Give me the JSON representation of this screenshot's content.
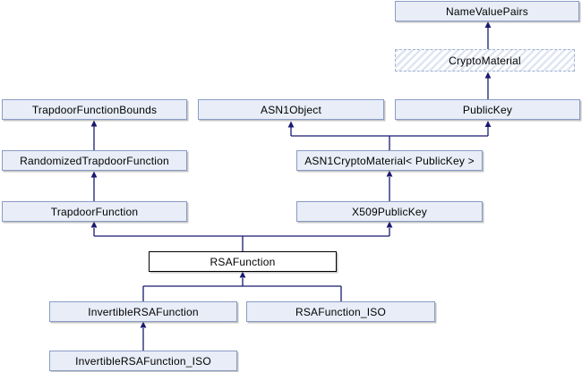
{
  "diagram_type": "class-inheritance-graph",
  "colors": {
    "background": "#ffffff",
    "node_fill": "#e8edf7",
    "node_border": "#8a9cc4",
    "main_node_fill": "#ffffff",
    "main_node_border": "#000000",
    "edge": "#191970",
    "text": "#000000"
  },
  "nodes": [
    {
      "id": "namevaluepairs",
      "label": "NameValuePairs",
      "style": "default"
    },
    {
      "id": "cryptomaterial",
      "label": "CryptoMaterial",
      "style": "hatched"
    },
    {
      "id": "trapdoorfunctionbounds",
      "label": "TrapdoorFunctionBounds",
      "style": "default"
    },
    {
      "id": "asn1object",
      "label": "ASN1Object",
      "style": "default"
    },
    {
      "id": "publickey",
      "label": "PublicKey",
      "style": "default"
    },
    {
      "id": "randomizedtrapdoorfunction",
      "label": "RandomizedTrapdoorFunction",
      "style": "default"
    },
    {
      "id": "asn1cryptomaterial",
      "label": "ASN1CryptoMaterial< PublicKey >",
      "style": "default"
    },
    {
      "id": "trapdoorfunction",
      "label": "TrapdoorFunction",
      "style": "default"
    },
    {
      "id": "x509publickey",
      "label": "X509PublicKey",
      "style": "default"
    },
    {
      "id": "rsafunction",
      "label": "RSAFunction",
      "style": "main"
    },
    {
      "id": "invertiblersafunction",
      "label": "InvertibleRSAFunction",
      "style": "default"
    },
    {
      "id": "rsafunction_iso",
      "label": "RSAFunction_ISO",
      "style": "default"
    },
    {
      "id": "invertiblersafunction_iso",
      "label": "InvertibleRSAFunction_ISO",
      "style": "default"
    }
  ],
  "edges": [
    {
      "from": "CryptoMaterial",
      "to": "NameValuePairs"
    },
    {
      "from": "PublicKey",
      "to": "CryptoMaterial"
    },
    {
      "from": "RandomizedTrapdoorFunction",
      "to": "TrapdoorFunctionBounds"
    },
    {
      "from": "TrapdoorFunction",
      "to": "RandomizedTrapdoorFunction"
    },
    {
      "from": "ASN1CryptoMaterial< PublicKey >",
      "to": "ASN1Object"
    },
    {
      "from": "ASN1CryptoMaterial< PublicKey >",
      "to": "PublicKey"
    },
    {
      "from": "X509PublicKey",
      "to": "ASN1CryptoMaterial< PublicKey >"
    },
    {
      "from": "RSAFunction",
      "to": "TrapdoorFunction"
    },
    {
      "from": "RSAFunction",
      "to": "X509PublicKey"
    },
    {
      "from": "InvertibleRSAFunction",
      "to": "RSAFunction"
    },
    {
      "from": "RSAFunction_ISO",
      "to": "RSAFunction"
    },
    {
      "from": "InvertibleRSAFunction_ISO",
      "to": "InvertibleRSAFunction"
    }
  ]
}
